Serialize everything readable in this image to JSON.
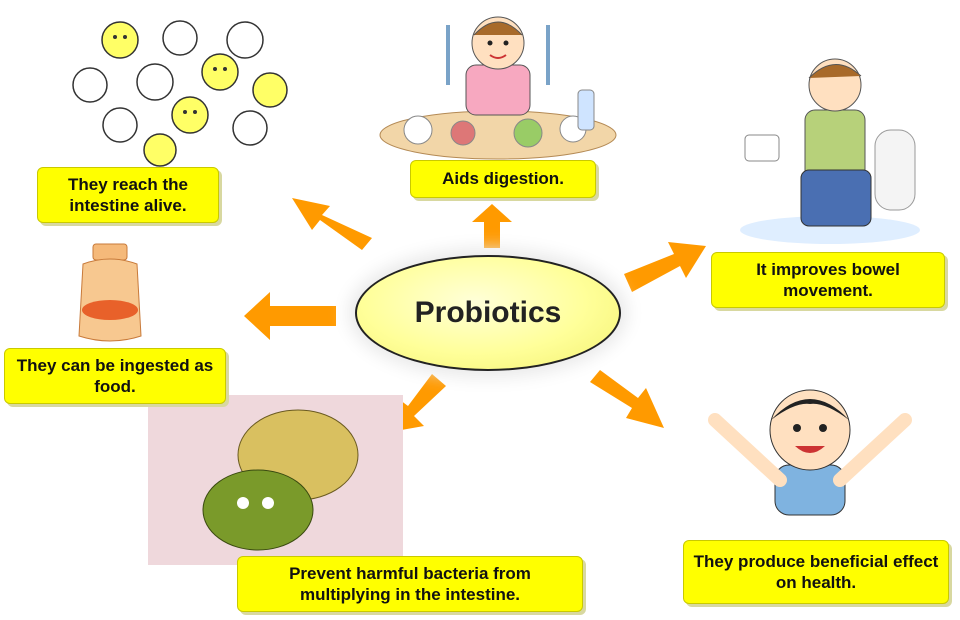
{
  "center": {
    "label": "Probiotics"
  },
  "benefits": [
    {
      "id": "reach-intestine",
      "text": "They reach the intestine alive."
    },
    {
      "id": "aids-digestion",
      "text": "Aids digestion."
    },
    {
      "id": "bowel-movement",
      "text": "It improves bowel movement."
    },
    {
      "id": "ingested-food",
      "text": "They can be ingested as food."
    },
    {
      "id": "prevent-harmful",
      "text": "Prevent harmful bacteria from multiplying in the intestine."
    },
    {
      "id": "beneficial-effect",
      "text": "They produce beneficial effect on health."
    }
  ],
  "colors": {
    "box": "#ffff00",
    "arrow": "#ff9900",
    "center": "#ffff99"
  }
}
